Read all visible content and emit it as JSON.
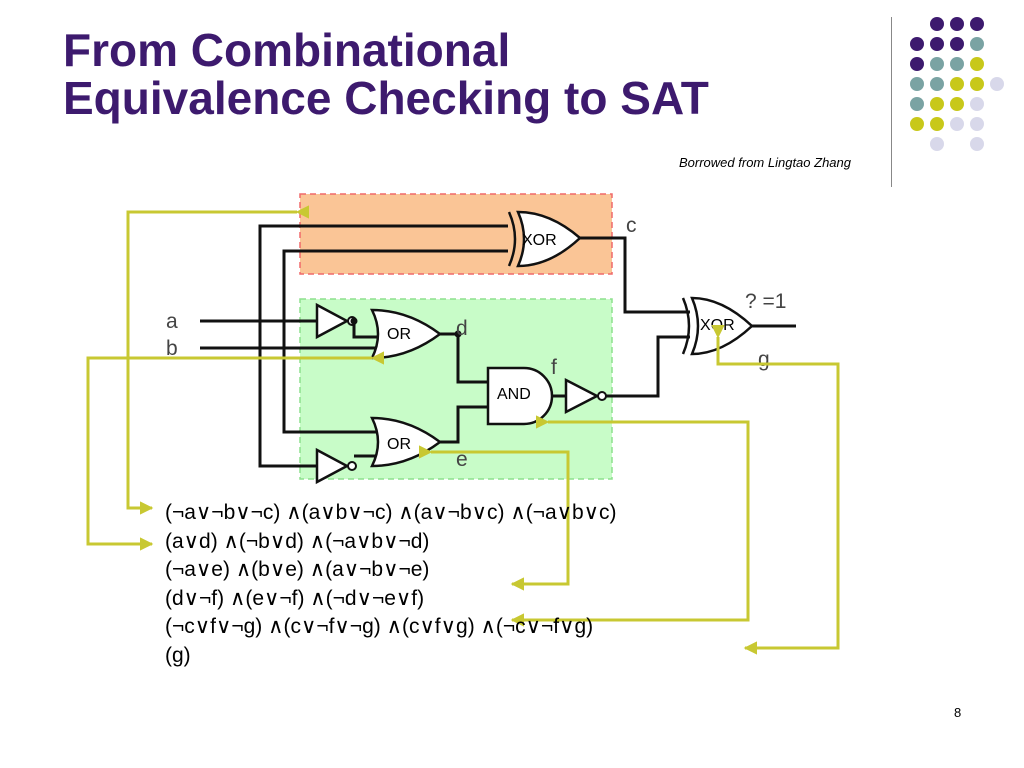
{
  "slide": {
    "title_line1": "From Combinational",
    "title_line2": "Equivalence Checking to SAT",
    "credit": "Borrowed from Lingtao Zhang",
    "page_number": "8"
  },
  "diagram": {
    "gates": {
      "xor_top": "XOR",
      "or_top": "OR",
      "or_bottom": "OR",
      "and": "AND",
      "xor_out": "XOR"
    },
    "wires": {
      "a": "a",
      "b": "b",
      "c": "c",
      "d": "d",
      "e": "e",
      "f": "f",
      "g": "g",
      "query": "? =1"
    }
  },
  "clauses": [
    "(¬a∨¬b∨¬c) ∧(a∨b∨¬c) ∧(a∨¬b∨c) ∧(¬a∨b∨c)",
    "(a∨d) ∧(¬b∨d) ∧(¬a∨b∨¬d)",
    "(¬a∨e) ∧(b∨e) ∧(a∨¬b∨¬e)",
    "(d∨¬f) ∧(e∨¬f) ∧(¬d∨¬e∨f)",
    "(¬c∨f∨¬g) ∧(c∨¬f∨¬g) ∧(c∨f∨g) ∧(¬c∨¬f∨g)",
    "(g)"
  ],
  "colors": {
    "title": "#3d1a6e",
    "arrow": "#c8c832",
    "xor_region_fill": "#fac596",
    "xor_region_border": "#f06a6a",
    "or_and_region_fill": "#c8fcc8",
    "or_and_region_border": "#8ee08e",
    "dot_purple": "#3d1a6e",
    "dot_teal": "#7aa3a3",
    "dot_yellow": "#c8c81a",
    "dot_lavender": "#d8d8ea"
  }
}
